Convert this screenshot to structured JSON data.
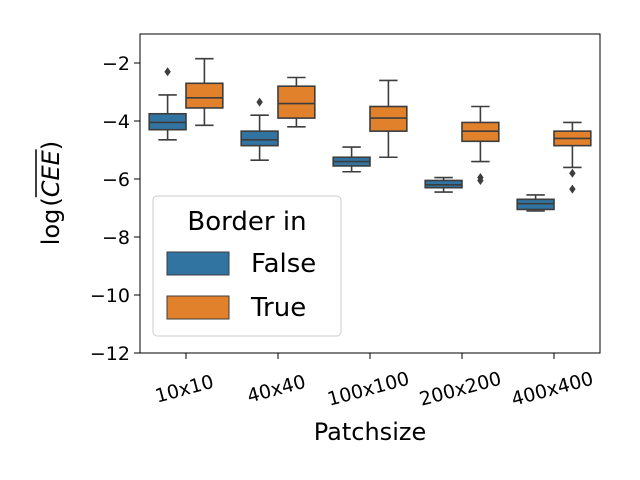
{
  "chart_data": {
    "type": "box",
    "xlabel": "Patchsize",
    "ylabel_prefix": "log",
    "ylabel_symbol": "CEE",
    "categories": [
      "10x10",
      "40x40",
      "100x100",
      "200x200",
      "400x400"
    ],
    "ylim": [
      -12,
      -1
    ],
    "yticks": [
      -12,
      -10,
      -8,
      -6,
      -4,
      -2
    ],
    "grid": false,
    "legend": {
      "title": "Border in",
      "placement": "lower-left"
    },
    "series": [
      {
        "name": "False",
        "color": "#3274a1",
        "boxes": [
          {
            "whislo": -4.65,
            "q1": -4.3,
            "med": -4.05,
            "q3": -3.75,
            "whishi": -3.1,
            "fliers": [
              -2.3
            ]
          },
          {
            "whislo": -5.35,
            "q1": -4.85,
            "med": -4.65,
            "q3": -4.35,
            "whishi": -3.8,
            "fliers": [
              -3.35
            ]
          },
          {
            "whislo": -5.75,
            "q1": -5.55,
            "med": -5.4,
            "q3": -5.25,
            "whishi": -4.9,
            "fliers": []
          },
          {
            "whislo": -6.45,
            "q1": -6.3,
            "med": -6.2,
            "q3": -6.05,
            "whishi": -5.95,
            "fliers": []
          },
          {
            "whislo": -7.1,
            "q1": -7.05,
            "med": -6.85,
            "q3": -6.7,
            "whishi": -6.55,
            "fliers": []
          }
        ]
      },
      {
        "name": "True",
        "color": "#e1812c",
        "boxes": [
          {
            "whislo": -4.15,
            "q1": -3.55,
            "med": -3.2,
            "q3": -2.7,
            "whishi": -1.85,
            "fliers": []
          },
          {
            "whislo": -4.2,
            "q1": -3.9,
            "med": -3.4,
            "q3": -2.8,
            "whishi": -2.5,
            "fliers": []
          },
          {
            "whislo": -5.25,
            "q1": -4.35,
            "med": -3.9,
            "q3": -3.5,
            "whishi": -2.6,
            "fliers": []
          },
          {
            "whislo": -5.4,
            "q1": -4.7,
            "med": -4.35,
            "q3": -4.05,
            "whishi": -3.5,
            "fliers": [
              -5.95,
              -6.05
            ]
          },
          {
            "whislo": -5.6,
            "q1": -4.85,
            "med": -4.6,
            "q3": -4.35,
            "whishi": -4.05,
            "fliers": [
              -5.8,
              -6.35
            ]
          }
        ]
      }
    ]
  }
}
